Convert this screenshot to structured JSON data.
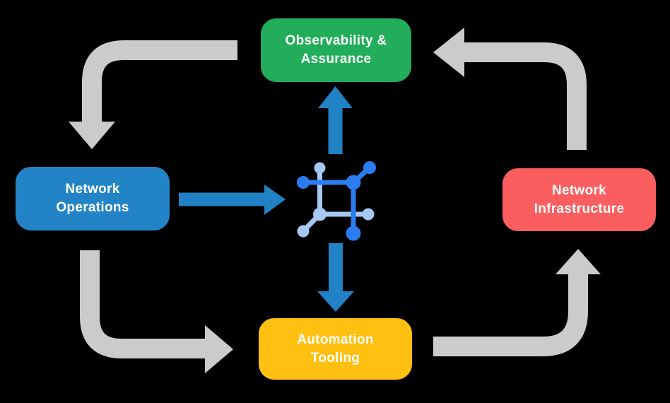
{
  "diagram": {
    "background_color": "#000000",
    "nodes": [
      {
        "id": "observability-assurance",
        "lines": [
          "Observability &",
          "Assurance"
        ],
        "color": "#22AD5B",
        "text_color": "#FFFFFF"
      },
      {
        "id": "network-operations",
        "lines": [
          "Network",
          "Operations"
        ],
        "color": "#2284C6",
        "text_color": "#FFFFFF"
      },
      {
        "id": "network-infrastructure",
        "lines": [
          "Network",
          "Infrastructure"
        ],
        "color": "#FB5E5E",
        "text_color": "#FFFFFF"
      },
      {
        "id": "automation-tooling",
        "lines": [
          "Automation",
          "Tooling"
        ],
        "color": "#FFC012",
        "text_color": "#FFFFFF"
      }
    ],
    "center_icon": {
      "name": "network-mesh-icon",
      "primary_color": "#2B7CEF",
      "secondary_color": "#A6C8F3"
    },
    "arrow_colors": {
      "cycle": "#CBCBCB",
      "flow": "#2081C5"
    },
    "arrows": [
      {
        "from": "observability-assurance",
        "to": "network-operations",
        "style": "cycle",
        "color": "#CBCBCB"
      },
      {
        "from": "network-operations",
        "to": "automation-tooling",
        "style": "cycle",
        "color": "#CBCBCB"
      },
      {
        "from": "automation-tooling",
        "to": "network-infrastructure",
        "style": "cycle",
        "color": "#CBCBCB"
      },
      {
        "from": "network-infrastructure",
        "to": "observability-assurance",
        "style": "cycle",
        "color": "#CBCBCB"
      },
      {
        "from": "network-operations",
        "to": "center-icon",
        "style": "flow",
        "color": "#2081C5"
      },
      {
        "from": "center-icon",
        "to": "observability-assurance",
        "style": "flow",
        "color": "#2081C5"
      },
      {
        "from": "center-icon",
        "to": "automation-tooling",
        "style": "flow",
        "color": "#2081C5"
      }
    ]
  }
}
